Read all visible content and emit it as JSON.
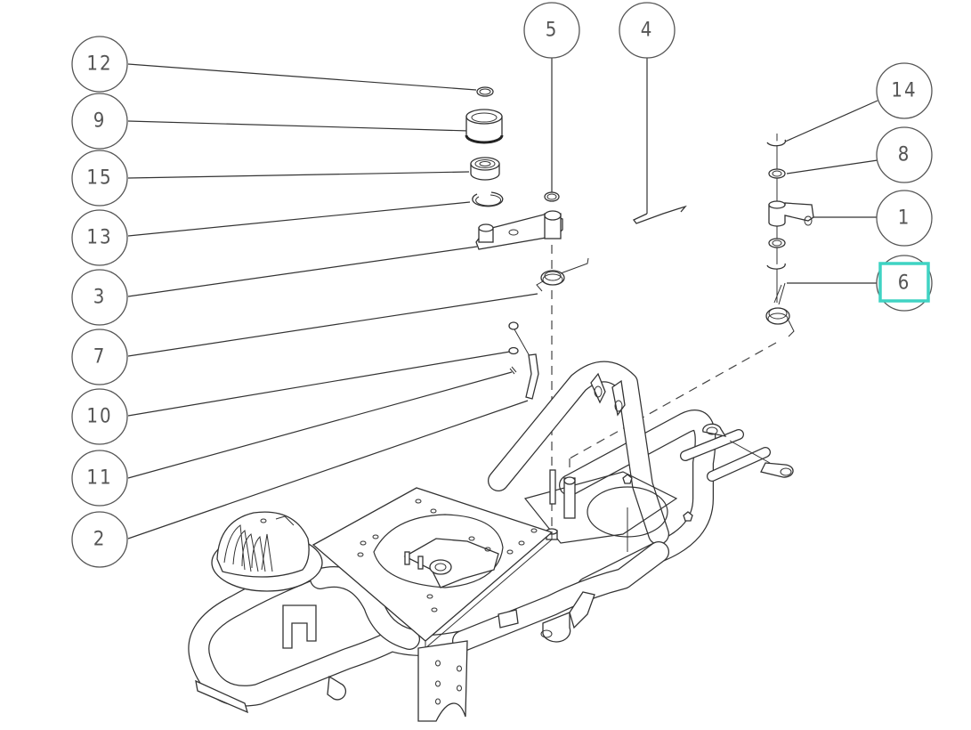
{
  "diagram": {
    "type": "exploded-parts-diagram",
    "subject": "steering / chassis frame assembly",
    "highlight_color": "#3fd3c3",
    "highlighted_callout": "6",
    "callouts": [
      {
        "id": "c12",
        "label": "12",
        "part": "small retaining ring"
      },
      {
        "id": "c9",
        "label": "9",
        "part": "bearing housing / flanged bushing"
      },
      {
        "id": "c15",
        "label": "15",
        "part": "ball bearing"
      },
      {
        "id": "c13",
        "label": "13",
        "part": "internal snap ring"
      },
      {
        "id": "c3",
        "label": "3",
        "part": "pivot arm with pin"
      },
      {
        "id": "c7",
        "label": "7",
        "part": "torsion spring"
      },
      {
        "id": "c10",
        "label": "10",
        "part": "washer"
      },
      {
        "id": "c11",
        "label": "11",
        "part": "clip"
      },
      {
        "id": "c2",
        "label": "2",
        "part": "cable rod"
      },
      {
        "id": "c5",
        "label": "5",
        "part": "washer"
      },
      {
        "id": "c4",
        "label": "4",
        "part": "wire link"
      },
      {
        "id": "c14",
        "label": "14",
        "part": "E-clip"
      },
      {
        "id": "c8",
        "label": "8",
        "part": "washer"
      },
      {
        "id": "c1",
        "label": "1",
        "part": "lever bracket"
      },
      {
        "id": "c6",
        "label": "6",
        "part": "torsion spring"
      }
    ]
  }
}
